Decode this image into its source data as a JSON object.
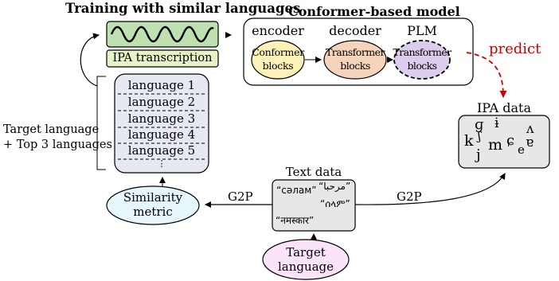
{
  "training": {
    "title": "Training with similar languages",
    "ipa_label": "IPA transcription"
  },
  "model": {
    "title": "Conformer-based model",
    "encoder": {
      "heading": "encoder",
      "block": [
        "Conformer",
        "blocks"
      ]
    },
    "decoder": {
      "heading": "decoder",
      "block": [
        "Transformer",
        "blocks"
      ]
    },
    "plm": {
      "heading": "PLM",
      "block": [
        "Transformer",
        "blocks"
      ]
    },
    "predict_label": "predict"
  },
  "languages": {
    "items": [
      "language 1",
      "language 2",
      "language 3",
      "language 4",
      "language 5"
    ],
    "ellipsis": "⋮",
    "caption": [
      "Target language",
      "+ Top 3 languages"
    ]
  },
  "ipa_data": {
    "title": "IPA data",
    "symbols": [
      "ɡ",
      "ɨ",
      "k",
      "ʃ",
      "m",
      "ɕ",
      "ʌ",
      "j",
      "e",
      "ɐ"
    ]
  },
  "text_data": {
    "title": "Text data",
    "samples": [
      "“сәлам”",
      "“مرحبا”",
      "“ሰላም”",
      "“नमस्कार”"
    ]
  },
  "similarity": {
    "label": [
      "Similarity",
      "metric"
    ]
  },
  "target": {
    "label": [
      "Target",
      "language"
    ]
  },
  "g2p_left": "G2P",
  "g2p_right": "G2P",
  "colors": {
    "wave_box": "#bfe0b0",
    "ipa_label_box": "#e6f3c6",
    "encoder": "#fff2b8",
    "decoder": "#f6d3bb",
    "plm": "#dccdef",
    "lang_box": "#e6e9f1",
    "data_box": "#e7e7e7",
    "similarity": "#e6f6fb",
    "target": "#fbe3fa",
    "predict": "#cc0000"
  }
}
